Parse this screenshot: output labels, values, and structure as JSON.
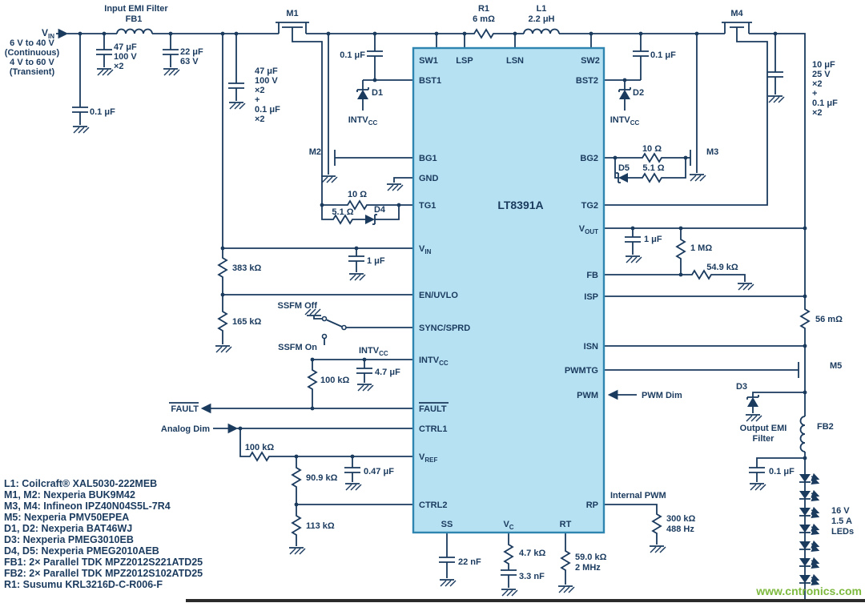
{
  "chip": {
    "name": "LT8391A",
    "pins": {
      "sw1": "SW1",
      "lsp": "LSP",
      "lsn": "LSN",
      "sw2": "SW2",
      "bst1": "BST1",
      "bg1": "BG1",
      "gnd": "GND",
      "tg1": "TG1",
      "vin_v": "V",
      "vin_sub": "IN",
      "en": "EN/UVLO",
      "sync": "SYNC/SPRD",
      "intv_main": "INTV",
      "intv_sub": "CC",
      "fault": "FAULT",
      "ctrl1": "CTRL1",
      "vref_v": "V",
      "vref_sub": "REF",
      "ctrl2": "CTRL2",
      "ss": "SS",
      "vc_v": "V",
      "vc_sub": "C",
      "rt": "RT",
      "bst2": "BST2",
      "bg2": "BG2",
      "tg2": "TG2",
      "vout_v": "V",
      "vout_sub": "OUT",
      "fb": "FB",
      "isp": "ISP",
      "isn": "ISN",
      "pwmtg": "PWMTG",
      "pwm": "PWM",
      "rp": "RP"
    }
  },
  "input": {
    "emi": "Input EMI Filter",
    "fb1": "FB1",
    "vin_v": "V",
    "vin_sub": "IN",
    "range1": "6 V to 40 V",
    "range2": "(Continuous)",
    "range3": "4 V to 60 V",
    "range4": "(Transient)",
    "c47_1": "47 μF",
    "c47_2": "100 V",
    "c47_3": "×2",
    "c22_1": "22 μF",
    "c22_2": "63 V",
    "c01": "0.1 μF",
    "bank_1": "47 μF",
    "bank_2": "100 V",
    "bank_3": "×2",
    "bank_4": "+",
    "bank_5": "0.1 μF",
    "bank_6": "×2"
  },
  "top": {
    "m1": "M1",
    "m4": "M4",
    "r1_name": "R1",
    "r1_val": "6 mΩ",
    "l1_name": "L1",
    "l1_val": "2.2 μH"
  },
  "bst": {
    "c_left": "0.1 μF",
    "d1": "D1",
    "intv1_main": "INTV",
    "intv1_sub": "CC",
    "c_right": "0.1 μF",
    "d2": "D2",
    "intv2_main": "INTV",
    "intv2_sub": "CC"
  },
  "gates": {
    "m2": "M2",
    "m3": "M3",
    "r10_left": "10 Ω",
    "r51_left": "5.1 Ω",
    "d4": "D4",
    "r10_right": "10 Ω",
    "r51_right": "5.1 Ω",
    "d5": "D5"
  },
  "left": {
    "r383": "383 kΩ",
    "r165": "165 kΩ",
    "c1u": "1 μF",
    "ssfm_off": "SSFM Off",
    "ssfm_on": "SSFM On",
    "intv_main": "INTV",
    "intv_sub": "CC",
    "c47u": "4.7 μF",
    "r100k_fault": "100 kΩ",
    "fault": "FAULT",
    "analog_dim": "Analog Dim",
    "r100k_ctrl": "100 kΩ",
    "r909": "90.9 kΩ",
    "c047": "0.47 μF",
    "r113": "113 kΩ"
  },
  "bottom": {
    "c22n": "22 nF",
    "r47k": "4.7 kΩ",
    "c33n": "3.3 nF",
    "r59k": "59.0 kΩ",
    "f2mhz": "2 MHz"
  },
  "right": {
    "bank_1": "10 μF",
    "bank_2": "25 V",
    "bank_3": "×2",
    "bank_4": "+",
    "bank_5": "0.1 μF",
    "bank_6": "×2",
    "c1u": "1 μF",
    "r1m": "1 MΩ",
    "r549": "54.9 kΩ",
    "r56m": "56 mΩ",
    "m5": "M5",
    "pwm_dim": "PWM Dim",
    "internal_pwm": "Internal PWM",
    "r300k": "300 kΩ",
    "f488": "488 Hz",
    "d3": "D3",
    "out_emi_1": "Output EMI",
    "out_emi_2": "Filter",
    "fb2": "FB2",
    "c01": "0.1 μF",
    "led_1": "16 V",
    "led_2": "1.5 A",
    "led_3": "LEDs"
  },
  "parts": [
    "L1: Coilcraft® XAL5030-222MEB",
    "M1, M2: Nexperia BUK9M42",
    "M3, M4: Infineon IPZ40N04S5L-7R4",
    "M5: Nexperia PMV50EPEA",
    "D1, D2: Nexperia BAT46WJ",
    "D3: Nexperia PMEG3010EB",
    "D4, D5: Nexperia PMEG2010AEB",
    "FB1: 2× Parallel TDK MPZ2012S221ATD25",
    "FB2: 2× Parallel TDK MPZ2012S102ATD25",
    "R1: Susumu KRL3216D-C-R006-F"
  ],
  "watermark": "www.cntronics.com",
  "colors": {
    "wire": "#1a3a5e",
    "chip_fill": "#b6e1f2",
    "chip_stroke": "#2e86b0",
    "watermark_green": "#7db93e"
  }
}
